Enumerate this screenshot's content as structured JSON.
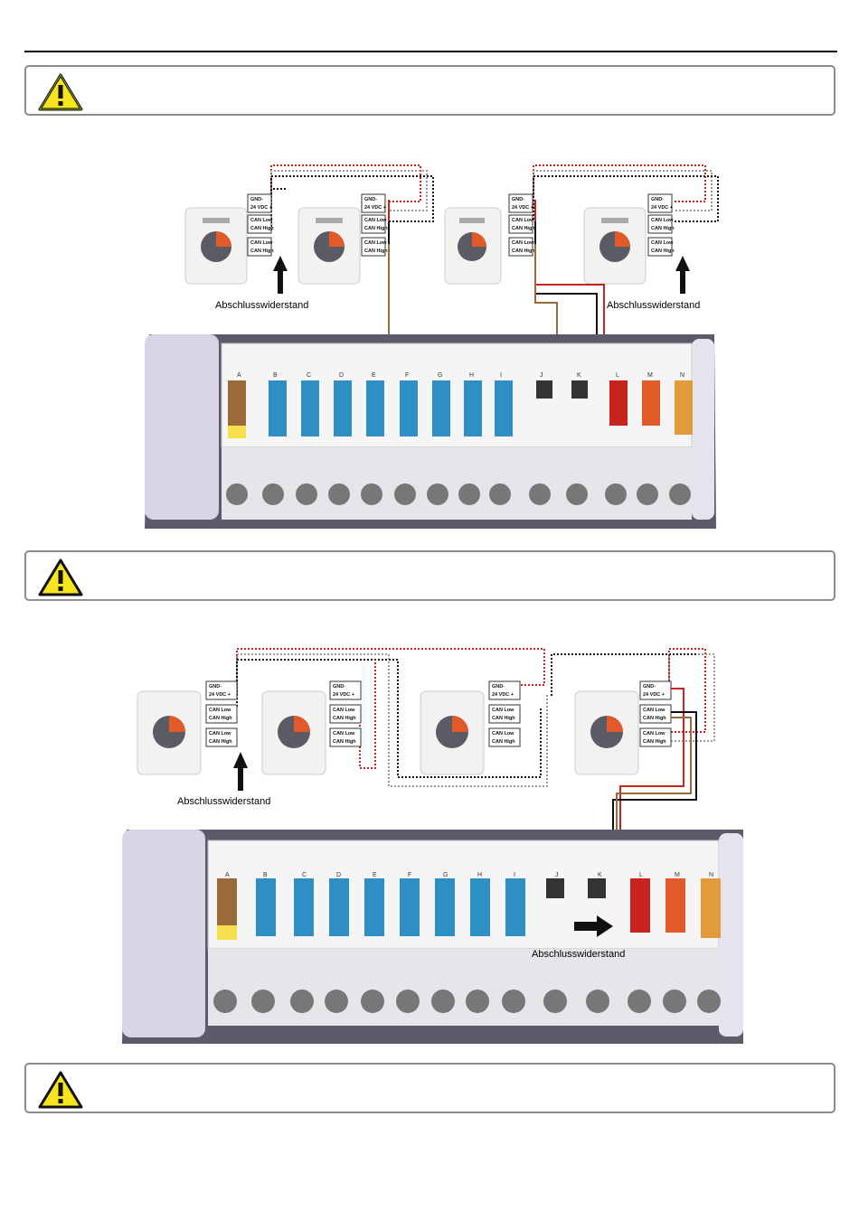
{
  "warnings": [
    {
      "icon": "warning-triangle-icon"
    },
    {
      "icon": "warning-triangle-icon"
    },
    {
      "icon": "warning-triangle-icon"
    }
  ],
  "labels": {
    "termination_resistor": "Abschlusswiderstand",
    "gnd": "GND-",
    "vdc": "24 VDC +",
    "can_low": "CAN Low",
    "can_high": "CAN High"
  },
  "terminal_letters_1": [
    "A",
    "B",
    "C",
    "D",
    "E",
    "F",
    "G",
    "H",
    "I",
    "J",
    "K",
    "L",
    "M",
    "N"
  ],
  "terminal_letters_2": [
    "A",
    "B",
    "C",
    "D",
    "E",
    "F",
    "G",
    "H",
    "I",
    "J",
    "K",
    "L",
    "M",
    "N"
  ],
  "colors": {
    "wire_red": "#c8231e",
    "wire_brown": "#9a6a3a",
    "wire_black": "#111111",
    "wire_gray": "#8a8a8a",
    "terminal_blue": "#2e8fc4",
    "accent_orange": "#e2592a"
  }
}
